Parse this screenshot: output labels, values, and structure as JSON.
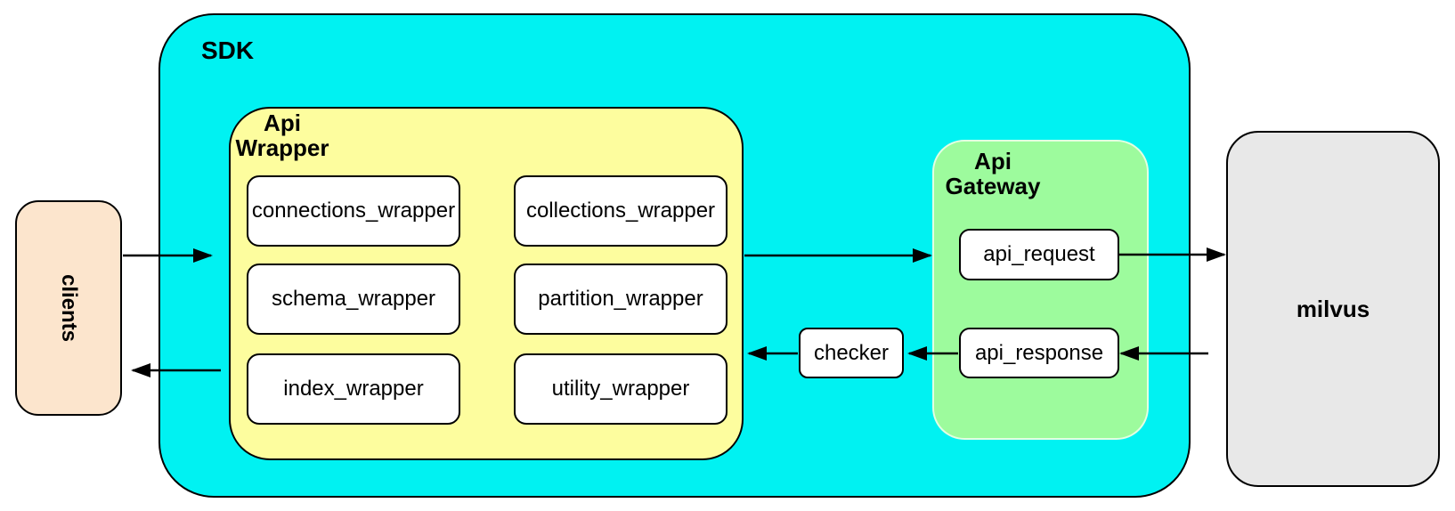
{
  "colors": {
    "canvas_bg": "#ffffff",
    "sdk_fill": "#00f2f2",
    "wrapper_fill": "#fdfd9e",
    "gateway_fill": "#9dfb9d",
    "clients_fill": "#fce5cd",
    "milvus_fill": "#e8e8e8",
    "node_fill": "#ffffff",
    "border": "#000000"
  },
  "nodes": {
    "clients": {
      "label": "clients"
    },
    "sdk": {
      "label": "SDK"
    },
    "api_wrapper": {
      "title_line1": "Api",
      "title_line2": "Wrapper",
      "children": [
        "connections_wrapper",
        "collections_wrapper",
        "schema_wrapper",
        "partition_wrapper",
        "index_wrapper",
        "utility_wrapper"
      ]
    },
    "api_gateway": {
      "title_line1": "Api",
      "title_line2": "Gateway",
      "request": "api_request",
      "response": "api_response"
    },
    "checker": {
      "label": "checker"
    },
    "milvus": {
      "label": "milvus"
    }
  }
}
